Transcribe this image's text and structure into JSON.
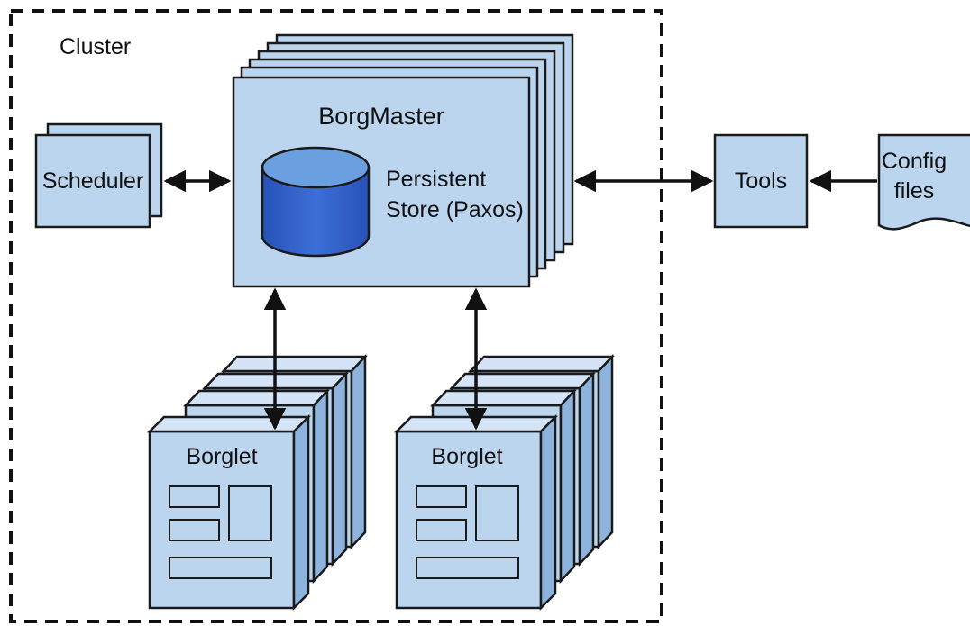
{
  "diagram": {
    "cluster_label": "Cluster",
    "borgmaster_label": "BorgMaster",
    "store_label_line1": "Persistent",
    "store_label_line2": "Store (Paxos)",
    "scheduler_label": "Scheduler",
    "tools_label": "Tools",
    "config_label_line1": "Config",
    "config_label_line2": "files",
    "borglet_left_label": "Borglet",
    "borglet_right_label": "Borglet"
  },
  "colors": {
    "box_fill": "#bcd5ef",
    "box_stroke": "#1a1a1a",
    "cylinder_top": "#6a9fe0",
    "cylinder_body": "#2f5fc8",
    "dashed_border": "#111111"
  }
}
